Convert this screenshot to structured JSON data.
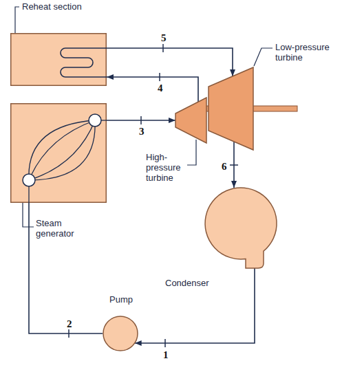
{
  "diagram": {
    "nodes": [
      {
        "text": [
          "Reheat section"
        ]
      },
      {
        "text": [
          "Steam generator"
        ]
      },
      {
        "text": [
          "High-pressure turbine"
        ]
      },
      {
        "text": [
          "Low-pressure turbine"
        ]
      },
      {
        "text": [
          "Condenser"
        ]
      },
      {
        "text": [
          "Pump"
        ]
      }
    ],
    "edges": [
      {
        "from": 1,
        "to": 2,
        "arrow": "to",
        "label": "3"
      },
      {
        "from": 2,
        "to": 0,
        "arrow": "to",
        "label": "4"
      },
      {
        "from": 0,
        "to": 3,
        "arrow": "to",
        "label": "5"
      },
      {
        "from": 3,
        "to": 4,
        "arrow": "to",
        "label": "6"
      },
      {
        "from": 4,
        "to": 5,
        "arrow": "to",
        "label": "1"
      },
      {
        "from": 5,
        "to": 1,
        "arrow": "none",
        "label": "2"
      }
    ]
  }
}
